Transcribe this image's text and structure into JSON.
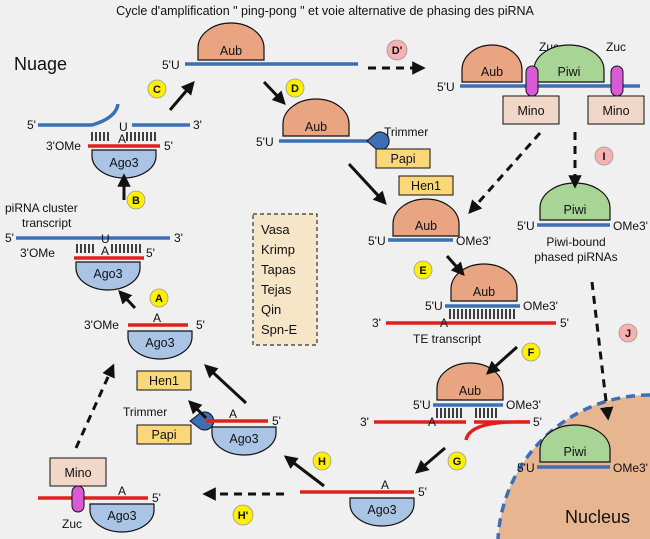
{
  "title": "Cycle d'amplification \" ping-pong \" et voie alternative de phasing des piRNA",
  "labels": {
    "nuage": "Nuage",
    "nucleus": "Nucleus",
    "aub": "Aub",
    "ago3": "Ago3",
    "piwi": "Piwi",
    "mino": "Mino",
    "zuc": "Zuc",
    "papi": "Papi",
    "hen1": "Hen1",
    "trimmer": "Trimmer",
    "five_u": "5'U",
    "five": "5'",
    "three": "3'",
    "three_ome": "3'OMe",
    "ome3": "OMe3'",
    "base_u": "U",
    "base_a": "A",
    "pirna_cluster_line1": "piRNA cluster",
    "pirna_cluster_line2": "transcript",
    "te_transcript": "TE transcript",
    "piwi_bound_line1": "Piwi-bound",
    "piwi_bound_line2": "phased piRNAs"
  },
  "steps": {
    "a": "A",
    "b": "B",
    "c": "C",
    "d": "D",
    "e": "E",
    "f": "F",
    "g": "G",
    "h": "H",
    "d_prime": "D'",
    "h_prime": "H'",
    "i": "I",
    "j": "J"
  },
  "factors": [
    "Vasa",
    "Krimp",
    "Tapas",
    "Tejas",
    "Qin",
    "Spn-E"
  ],
  "colors": {
    "background": "#f0f0f0",
    "aub": "#e9a582",
    "ago3": "#a9c4e4",
    "piwi": "#a8d596",
    "mino": "#f1d7c8",
    "zuc": "#d85ad6",
    "papi_hen1": "#fad877",
    "trimmer": "#3d6fb4",
    "strand_blue": "#3d6fb4",
    "strand_red": "#e0201b",
    "step_yellow": "#ffef00",
    "step_pink": "#f8b1b1",
    "nucleus": "#e8b591",
    "factors_box": "#f6e5c7"
  }
}
